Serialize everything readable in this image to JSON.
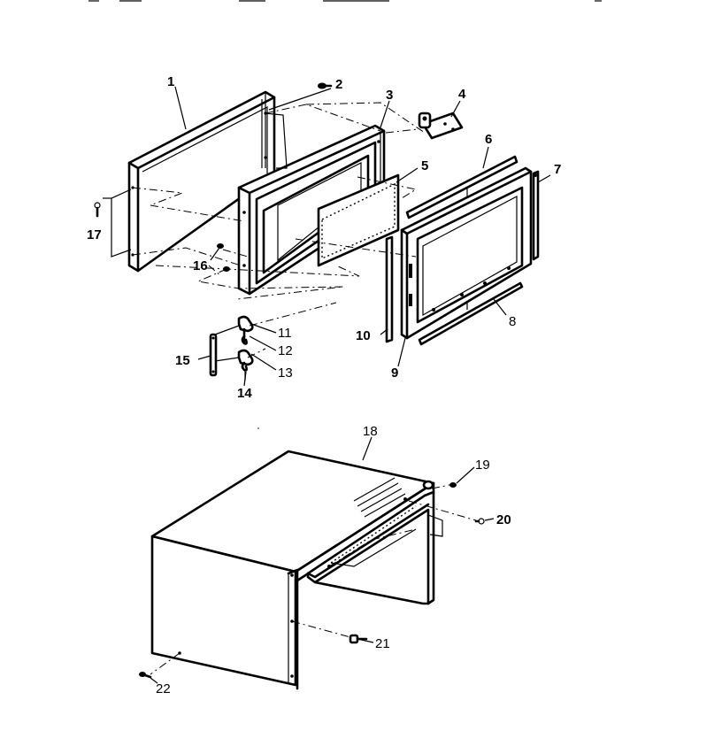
{
  "parts": [
    {
      "id": "1",
      "label": "1"
    },
    {
      "id": "2",
      "label": "2"
    },
    {
      "id": "3",
      "label": "3"
    },
    {
      "id": "4",
      "label": "4"
    },
    {
      "id": "5",
      "label": "5"
    },
    {
      "id": "6",
      "label": "6"
    },
    {
      "id": "7",
      "label": "7"
    },
    {
      "id": "8",
      "label": "8"
    },
    {
      "id": "9",
      "label": "9"
    },
    {
      "id": "10",
      "label": "10"
    },
    {
      "id": "11",
      "label": "11"
    },
    {
      "id": "12",
      "label": "12"
    },
    {
      "id": "13",
      "label": "13"
    },
    {
      "id": "14",
      "label": "14"
    },
    {
      "id": "15",
      "label": "15"
    },
    {
      "id": "16",
      "label": "16"
    },
    {
      "id": "17",
      "label": "17"
    },
    {
      "id": "18",
      "label": "18"
    },
    {
      "id": "19",
      "label": "19"
    },
    {
      "id": "20",
      "label": "20"
    },
    {
      "id": "21",
      "label": "21"
    },
    {
      "id": "22",
      "label": "22"
    }
  ]
}
